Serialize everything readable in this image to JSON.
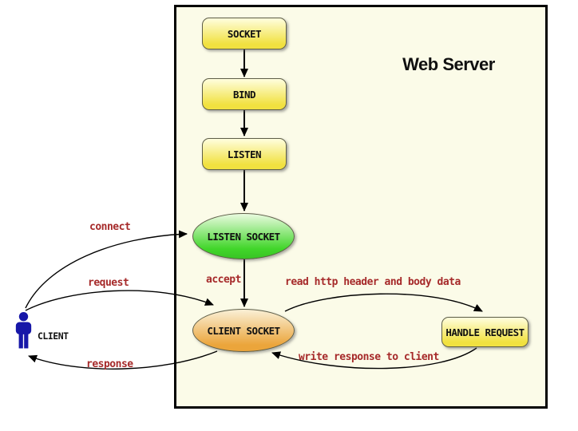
{
  "server": {
    "title": "Web Server"
  },
  "nodes": {
    "socket": {
      "label": "SOCKET"
    },
    "bind": {
      "label": "BIND"
    },
    "listen": {
      "label": "LISTEN"
    },
    "listen_socket": {
      "label": "LISTEN SOCKET"
    },
    "client_socket": {
      "label": "CLIENT SOCKET"
    },
    "handle_request": {
      "label": "HANDLE REQUEST"
    },
    "client": {
      "label": "CLIENT"
    }
  },
  "edges": {
    "connect": {
      "label": "connect"
    },
    "request": {
      "label": "request"
    },
    "response": {
      "label": "response"
    },
    "accept": {
      "label": "accept"
    },
    "read_http": {
      "label": "read http header and body data"
    },
    "write_response": {
      "label": "write response to client"
    }
  },
  "icons": {
    "person": "person-icon"
  },
  "colors": {
    "server_bg": "#FBFBE8",
    "node_yellow_top": "#FFFEDE",
    "node_yellow_bottom": "#F1E140",
    "green_top": "#EAFBE0",
    "green_bottom": "#41D62A",
    "orange_top": "#FAF0D6",
    "orange_bottom": "#EBA53B",
    "label_red": "#A62A2A",
    "person_blue": "#1717A8",
    "node_border": "#5E5E48",
    "server_border": "#000000"
  }
}
